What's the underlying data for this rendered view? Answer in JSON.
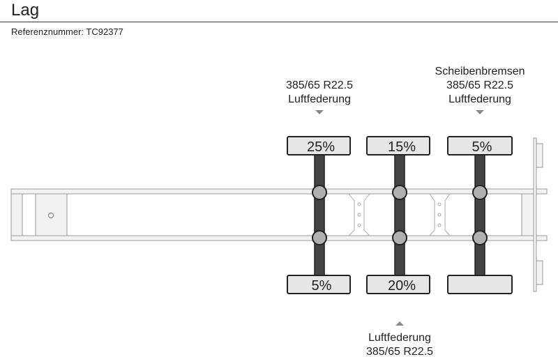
{
  "title": "Lag",
  "reference": "Referenznummer: TC92377",
  "axles": [
    {
      "top_label": [
        "385/65 R22.5",
        "Luftfederung"
      ],
      "top_tire": "25%",
      "bottom_tire": "5%",
      "bottom_label": []
    },
    {
      "top_label": [],
      "top_tire": "15%",
      "bottom_tire": "20%",
      "bottom_label": [
        "Luftfederung",
        "385/65 R22.5"
      ]
    },
    {
      "top_label": [
        "Scheibenbremsen",
        "385/65 R22.5",
        "Luftfederung"
      ],
      "top_tire": "5%",
      "bottom_tire": "",
      "bottom_label": []
    }
  ]
}
